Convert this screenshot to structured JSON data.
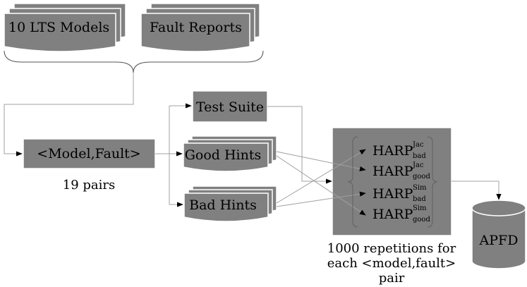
{
  "nodes": {
    "lts_models": "10 LTS Models",
    "fault_reports": "Fault Reports",
    "model_fault": "<Model,Fault>",
    "test_suite": "Test Suite",
    "good_hints": "Good Hints",
    "bad_hints": "Bad Hints",
    "apfd": "APFD"
  },
  "captions": {
    "pairs": "19 pairs",
    "repetitions_line1": "1000 repetitions for",
    "repetitions_line2": "each <model,fault>",
    "repetitions_line3": "pair"
  },
  "harp": {
    "base": "HARP",
    "items": [
      {
        "sup": "Jac",
        "sub": "bad"
      },
      {
        "sup": "Jac",
        "sub": "good"
      },
      {
        "sup": "Sim",
        "sub": "bad"
      },
      {
        "sup": "Sim",
        "sub": "good"
      }
    ]
  },
  "colors": {
    "shape_fill": "#808080",
    "line": "#a0a0a0",
    "background": "#ffffff"
  }
}
